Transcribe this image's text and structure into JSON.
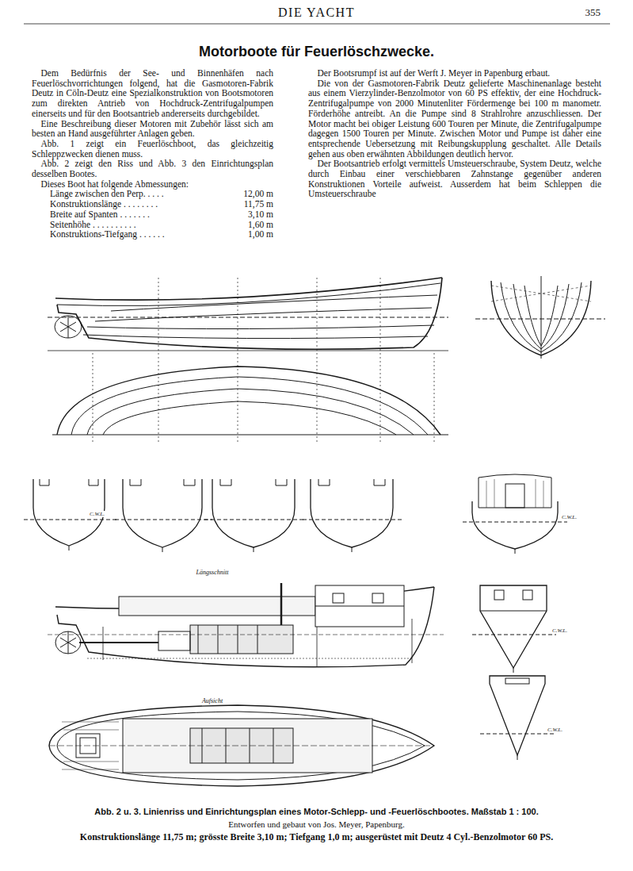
{
  "diagram": {
    "title": "Motorboote für Feuerlöschzwecke.",
    "caption": "Abb. 2 u. 3. Linienriss und Einrichtungsplan eines Motor-Schlepp- und -Feuerlöschbootes. Maßstab 1 : 100.",
    "labels": [
      "DIE YACHT",
      "355",
      "Dem Bedürfnis der See- und Binnenhäfen nach Feuerlöschvorrichtungen folgend, hat die Gasmotoren-Fabrik Deutz in Cöln-Deutz eine Spezialkonstruktion von Bootsmotoren zum direkten Antrieb von Hochdruck-Zentrifugalpumpen einerseits und für den Bootsantrieb andererseits durchgebildet.",
      "Eine Beschreibung dieser Motoren mit Zubehör lässt sich am besten an Hand ausgeführter Anlagen geben.",
      "Abb. 1 zeigt ein Feuerlöschboot, das gleichzeitig Schleppzwecken dienen muss.",
      "Abb. 2 zeigt den Riss und Abb. 3 den Einrichtungsplan desselben Bootes.",
      "Dieses Boot hat folgende Abmessungen:",
      "Länge zwischen den Perp. . . . .",
      "12,00 m",
      "Konstruktionslänge . . . . . . . .",
      "11,75 m",
      "Breite auf Spanten . . . . . . .",
      "3,10 m",
      "Seitenhöhe . . . . . . . . . .",
      "1,60 m",
      "Konstruktions-Tiefgang . . . . . .",
      "1,00 m",
      "Der Bootsrumpf ist auf der Werft J. Meyer in Papenburg erbaut.",
      "Die von der Gasmotoren-Fabrik Deutz gelieferte Maschinenanlage besteht aus einem Vierzylinder-Benzolmotor von 60 PS effektiv, der eine Hochdruck-Zentrifugalpumpe von 2000 Minutenliter Fördermenge bei 100 m manometr. Förderhöhe antreibt. An die Pumpe sind 8 Strahlrohre anzuschliessen. Der Motor macht bei obiger Leistung 600 Touren per Minute, die Zentrifugalpumpe dagegen 1500 Touren per Minute. Zwischen Motor und Pumpe ist daher eine entsprechende Uebersetzung mit Reibungskupplung geschaltet. Alle Details gehen aus oben erwähnten Abbildungen deutlich hervor.",
      "Der Bootsantrieb erfolgt vermittels Umsteuerschraube, System Deutz, welche durch Einbau einer verschiebbaren Zahnstange gegenüber anderen Konstruktionen Vorteile aufweist. Ausserdem hat beim Schleppen die Umsteuerschraube",
      "Längsschnitt",
      "Aufsicht",
      "Entworfen und gebaut von Jos. Meyer, Papenburg.",
      "Konstruktionslänge 11,75 m; grösste Breite 3,10 m; Tiefgang 1,0 m; ausgerüstet mit Deutz 4 Cyl.-Benzolmotor 60 PS.",
      "C.W.L.",
      "C.W.L.",
      "C.W.L.",
      "C.W.L."
    ]
  }
}
